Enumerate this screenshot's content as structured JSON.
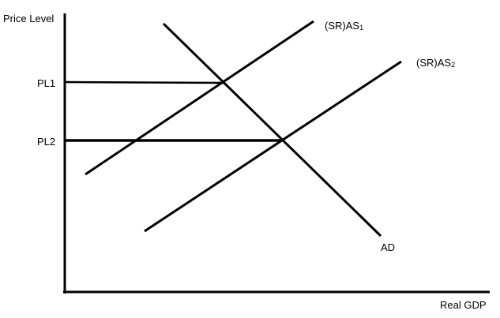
{
  "axes": {
    "y_label": "Price Level",
    "x_label": "Real GDP"
  },
  "price_levels": {
    "pl1": "PL1",
    "pl2": "PL2"
  },
  "curves": {
    "sras1": {
      "prefix": "(SR)AS",
      "subscript": "1"
    },
    "sras2": {
      "prefix": "(SR)AS",
      "subscript": "2"
    },
    "ad": "AD"
  },
  "colors": {
    "line": "#000000",
    "background": "#ffffff"
  }
}
